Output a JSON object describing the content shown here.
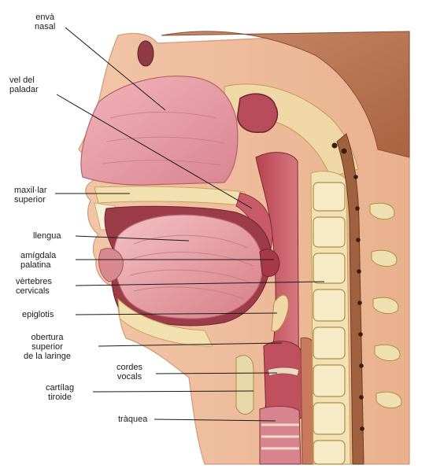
{
  "labels": {
    "nasal_cavity": "envà\nnasal",
    "soft_palate": "vel del\npaladar",
    "upper_jaw": "maxil·lar\nsuperior",
    "tongue": "llengua",
    "palatine_tonsil": "amígdala\npalatina",
    "cervical_vertebrae": "vèrtebres\ncervicals",
    "epiglottis": "epiglotis",
    "laryngeal_opening": "obertura\nsuperior\nde la laringe",
    "vocal_cords": "cordes\nvocals",
    "thyroid_cartilage": "cartílag\ntiroide",
    "trachea": "tràquea"
  }
}
